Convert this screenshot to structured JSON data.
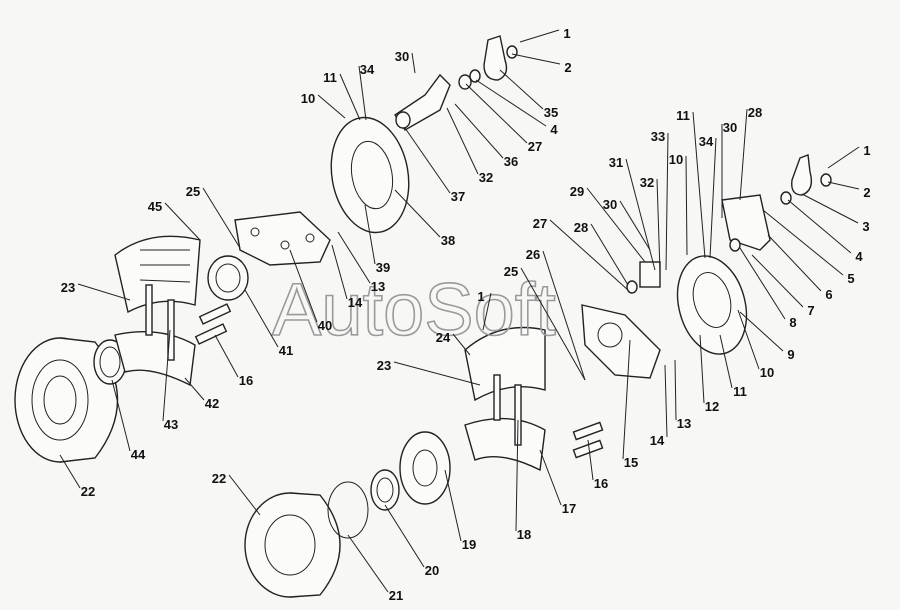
{
  "watermark": "AutoSoft",
  "callouts": [
    "1",
    "2",
    "35",
    "4",
    "27",
    "36",
    "32",
    "37",
    "30",
    "34",
    "11",
    "10",
    "38",
    "39",
    "13",
    "14",
    "40",
    "41",
    "25",
    "45",
    "23",
    "16",
    "42",
    "43",
    "44",
    "22",
    "1",
    "2",
    "3",
    "4",
    "5",
    "6",
    "7",
    "8",
    "9",
    "10",
    "11",
    "12",
    "28",
    "30",
    "34",
    "11",
    "33",
    "10",
    "32",
    "31",
    "29",
    "30",
    "28",
    "27",
    "26",
    "25",
    "24",
    "23",
    "13",
    "14",
    "15",
    "16",
    "17",
    "18",
    "19",
    "20",
    "21",
    "22",
    "1"
  ]
}
